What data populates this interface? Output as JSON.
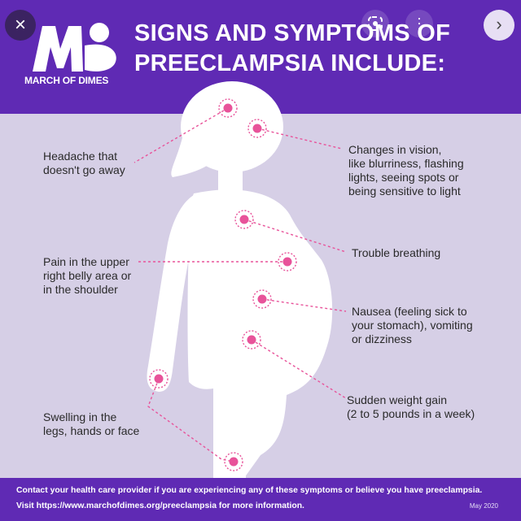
{
  "brand": {
    "logo_text": "MARCH OF DIMES",
    "logo_mark": "MD",
    "color": "#5f2ab4"
  },
  "title": {
    "line1": "SIGNS AND SYMPTOMS OF",
    "line2": "PREECLAMPSIA INCLUDE:"
  },
  "symptoms": {
    "headache": "Headache that\ndoesn't go away",
    "vision": "Changes in vision,\nlike blurriness, flashing\nlights, seeing spots or\nbeing sensitive to light",
    "breathing": "Trouble breathing",
    "pain": "Pain in the upper\nright belly area or\nin the shoulder",
    "nausea": "Nausea (feeling sick to\nyour stomach), vomiting\nor dizziness",
    "weight": "Sudden weight gain\n(2 to 5 pounds in a week)",
    "swelling": "Swelling in the\nlegs, hands or face"
  },
  "footer": {
    "line1": "Contact your health care provider if you are experiencing any of these symptoms or believe you have preeclampsia.",
    "line2": "Visit https://www.marchofdimes.org/preeclampsia for more information.",
    "date": "May 2020"
  },
  "controls": {
    "close": "×",
    "more": "⋮",
    "next": "›",
    "icons": [
      "close-icon",
      "lens-icon",
      "more-icon",
      "chevron-right-icon"
    ]
  },
  "colors": {
    "marker": "#e8539a",
    "background": "#d6cfe6",
    "figure": "#ffffff"
  }
}
